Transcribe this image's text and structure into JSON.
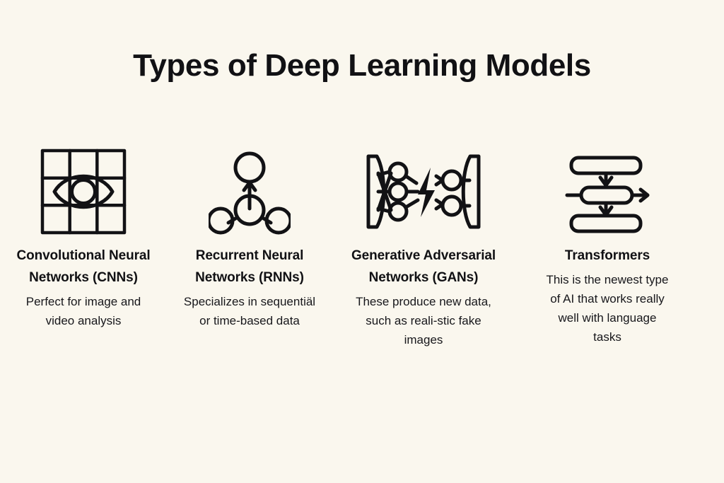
{
  "page": {
    "title": "Types of Deep Learning Models",
    "background_color": "#faf7ee",
    "text_color": "#121215"
  },
  "columns": [
    {
      "icon": "grid-eye-icon",
      "heading": "Convolutional Neural Networks (CNNs)",
      "description": "Perfect for image and video analysis"
    },
    {
      "icon": "neural-nodes-arrow-icon",
      "heading": "Recurrent Neural Networks (RNNs)",
      "description": "Specializes in sequentiäl or time-based data"
    },
    {
      "icon": "generator-discriminator-bolt-icon",
      "heading": "Generative Adversarial Networks (GANs)",
      "description": "These produce new data, such as reali-stic fake images"
    },
    {
      "icon": "stacked-layers-arrows-icon",
      "heading": "Transformers",
      "description": "This is the newest type of AI that works really well with language tasks"
    }
  ]
}
